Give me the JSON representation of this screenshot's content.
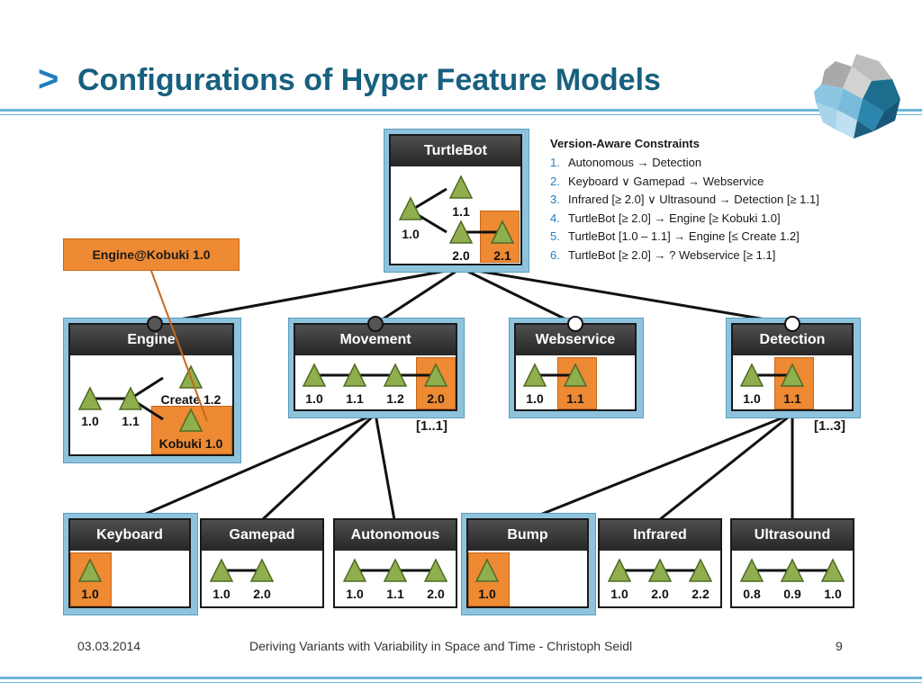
{
  "title": {
    "chevron": ">",
    "text": "Configurations of Hyper Feature Models"
  },
  "callout": "Engine@Kobuki 1.0",
  "constraints": {
    "heading": "Version-Aware Constraints",
    "items": [
      {
        "num": "1.",
        "text": "Autonomous → Detection"
      },
      {
        "num": "2.",
        "text": "Keyboard ∨ Gamepad → Webservice"
      },
      {
        "num": "3.",
        "text": "Infrared [≥ 2.0] ∨ Ultrasound → Detection [≥ 1.1]"
      },
      {
        "num": "4.",
        "text": "TurtleBot [≥ 2.0] → Engine [≥ Kobuki 1.0]"
      },
      {
        "num": "5.",
        "text": "TurtleBot [1.0 – 1.1] → Engine [≤ Create 1.2]"
      },
      {
        "num": "6.",
        "text": "TurtleBot [≥ 2.0] → ? Webservice [≥ 1.1]"
      }
    ]
  },
  "features": {
    "turtlebot": {
      "name": "TurtleBot",
      "versions": [
        "1.0",
        "1.1",
        "2.0",
        "2.1"
      ]
    },
    "engine": {
      "name": "Engine",
      "versions": [
        "1.0",
        "1.1",
        "Create 1.2",
        "Kobuki 1.0"
      ]
    },
    "movement": {
      "name": "Movement",
      "versions": [
        "1.0",
        "1.1",
        "1.2",
        "2.0"
      ],
      "multiplicity": "[1..1]"
    },
    "webservice": {
      "name": "Webservice",
      "versions": [
        "1.0",
        "1.1"
      ]
    },
    "detection": {
      "name": "Detection",
      "versions": [
        "1.0",
        "1.1"
      ],
      "multiplicity": "[1..3]"
    },
    "keyboard": {
      "name": "Keyboard",
      "versions": [
        "1.0"
      ]
    },
    "gamepad": {
      "name": "Gamepad",
      "versions": [
        "1.0",
        "2.0"
      ]
    },
    "autonomous": {
      "name": "Autonomous",
      "versions": [
        "1.0",
        "1.1",
        "2.0"
      ]
    },
    "bump": {
      "name": "Bump",
      "versions": [
        "1.0"
      ]
    },
    "infrared": {
      "name": "Infrared",
      "versions": [
        "1.0",
        "2.0",
        "2.2"
      ]
    },
    "ultrasound": {
      "name": "Ultrasound",
      "versions": [
        "0.8",
        "0.9",
        "1.0"
      ]
    }
  },
  "footer": {
    "date": "03.03.2014",
    "center": "Deriving Variants with Variability in Space and Time - Christoph Seidl",
    "page": "9"
  },
  "colors": {
    "header_blue": "#17607f",
    "selection_frame": "#8fc3dd",
    "selected_version": "#ee8a33",
    "version_triangle": "#8faf4f"
  }
}
